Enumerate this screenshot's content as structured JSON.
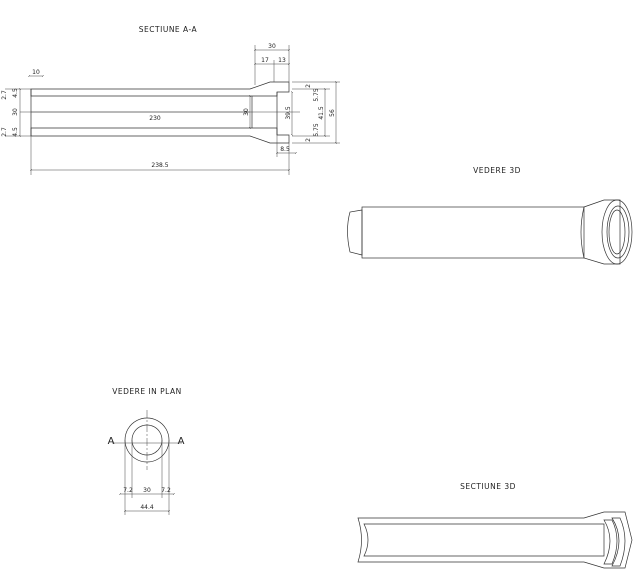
{
  "section_aa": {
    "title": "SECTIUNE   A-A",
    "dims": {
      "bell_length": "30",
      "bell_taper": "17",
      "bell_socket": "13",
      "spigot_length": "10",
      "inner_length": "230",
      "total_length": "238.5",
      "inner_diameter_left": "30",
      "left_wall_a": "2.7",
      "left_wall_b": "4.5",
      "left_wall_c": "2.7",
      "left_wall_d": "4.5",
      "inner_diameter_right": "30",
      "socket_inner": "39.5",
      "socket_outer": "41.5",
      "bell_outer": "56",
      "right_a": "2",
      "right_b": "5.75",
      "right_c": "5.75",
      "right_d": "2",
      "socket_depth": "8.5"
    }
  },
  "plan_view": {
    "title": "VEDERE IN PLAN",
    "section_mark_left": "A",
    "section_mark_right": "A",
    "dims": {
      "wall_left": "7.2",
      "inner": "30",
      "wall_right": "7.2",
      "outer": "44.4"
    }
  },
  "view_3d": {
    "title": "VEDERE 3D"
  },
  "section_3d": {
    "title": "SECTIUNE 3D"
  },
  "colors": {
    "line": "#333333",
    "pipe_light": "#e6e6e6",
    "pipe_dark": "#8a8a8a"
  }
}
